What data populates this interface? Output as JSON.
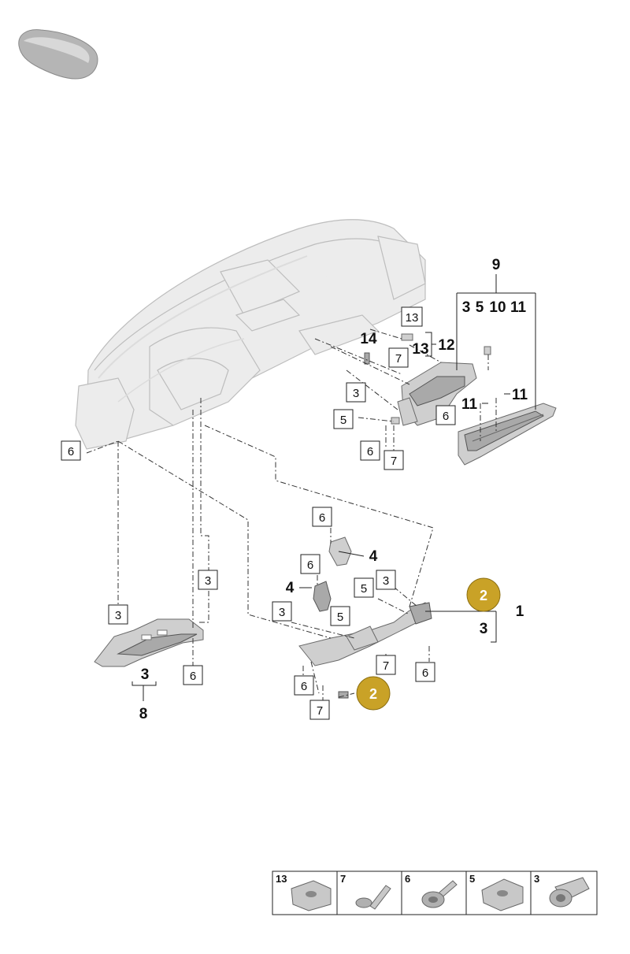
{
  "callouts": {
    "c9": "9",
    "c3_top": "3",
    "c5_top": "5",
    "c10": "10",
    "c11_top": "11",
    "c13_box": "13",
    "c13_bold": "13",
    "c12": "12",
    "c14": "14",
    "c7_a": "7",
    "c3_a": "3",
    "c5_a": "5",
    "c6_a": "6",
    "c11_b": "11",
    "c11_c": "11",
    "c6_b": "6",
    "c7_b": "7",
    "c6_left": "6",
    "c6_c": "6",
    "c4_a": "4",
    "c6_d": "6",
    "c4_b": "4",
    "c3_mid": "3",
    "c5_mid": "5",
    "c3_mid2": "3",
    "c5_mid2": "5",
    "c3_left": "3",
    "c3_left2": "3",
    "c3_bracket": "3",
    "c8": "8",
    "c6_left2": "6",
    "c7_c": "7",
    "c6_e": "6",
    "c6_f": "6",
    "c7_d": "7",
    "c1": "1",
    "c3_right": "3",
    "badge_upper": "2",
    "badge_lower": "2"
  },
  "legend": {
    "items": [
      {
        "num": "13",
        "icon": "clip-nut-icon"
      },
      {
        "num": "7",
        "icon": "screw-icon"
      },
      {
        "num": "6",
        "icon": "flange-screw-icon"
      },
      {
        "num": "5",
        "icon": "clip-nut-icon"
      },
      {
        "num": "3",
        "icon": "expansion-nut-icon"
      }
    ]
  },
  "colors": {
    "badge": "#c9a227",
    "part": "#cfcfcf"
  }
}
